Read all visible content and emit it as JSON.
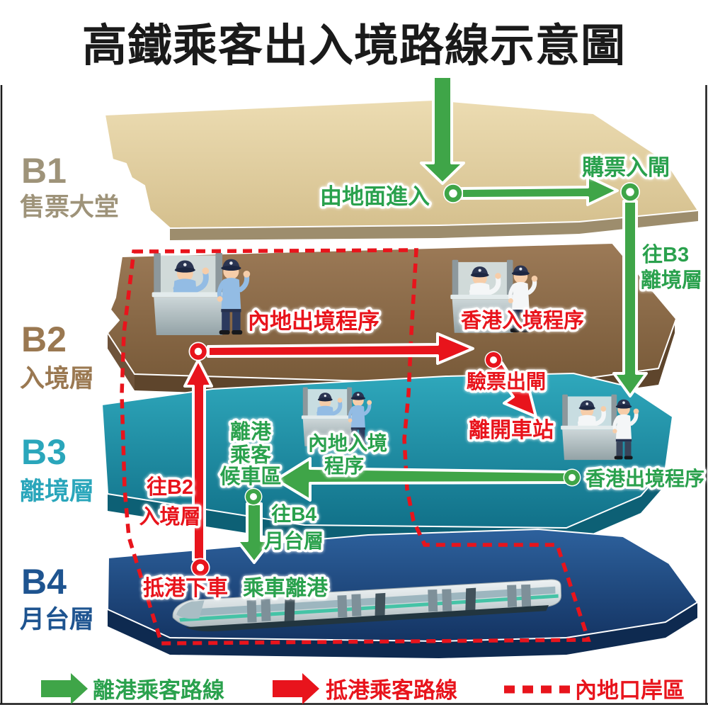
{
  "title": "高鐵乘客出入境路線示意圖",
  "levels": [
    {
      "code": "B1",
      "name": "售票大堂",
      "color": "#9e9379"
    },
    {
      "code": "B2",
      "name": "入境層",
      "color": "#9a7851"
    },
    {
      "code": "B3",
      "name": "離境層",
      "color": "#2aa6bb"
    },
    {
      "code": "B4",
      "name": "月台層",
      "color": "#1e5490"
    }
  ],
  "routes": {
    "enter_ground": "由地面進入",
    "buy_ticket_gate": "購票入閘",
    "to_b3_line1": "往B3",
    "to_b3_line2": "離境層",
    "mainland_exit": "內地出境程序",
    "hk_entry": "香港入境程序",
    "ticket_check_exit": "驗票出閘",
    "leave_station": "離開車站",
    "waiting_line1": "離港",
    "waiting_line2": "乘客",
    "waiting_line3": "候車區",
    "mainland_entry_line1": "內地入境",
    "mainland_entry_line2": "程序",
    "hk_exit": "香港出境程序",
    "to_b2_line1": "往B2",
    "to_b2_line2": "入境層",
    "to_b4_line1": "往B4",
    "to_b4_line2": "月台層",
    "alight": "抵港下車",
    "board_train": "乘車離港"
  },
  "legend": {
    "departure_route": "離港乘客路線",
    "arrival_route": "抵港乘客路線",
    "mainland_port_area": "內地口岸區"
  },
  "icons": {
    "officer_booth": "immigration-officer-booth-icon",
    "train": "high-speed-train-icon"
  },
  "colors": {
    "green_route": "#3fa548",
    "red_route": "#e8141c",
    "green_text": "#2aa14d",
    "red_text": "#e8141c",
    "b1_top": "#e0cfa0",
    "b2_top": "#8f6f4e",
    "b3_top": "#1f97ab",
    "b4_top": "#1f4e87",
    "title": "#1a1a1a"
  }
}
